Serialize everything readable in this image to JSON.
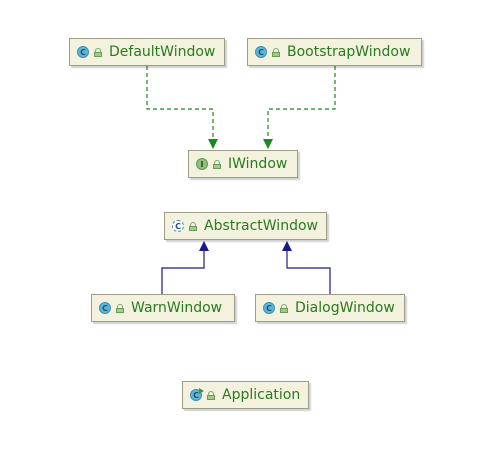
{
  "diagram": {
    "nodes": [
      {
        "id": "DefaultWindow",
        "label": "DefaultWindow",
        "icon": "class-icon",
        "kind": "class"
      },
      {
        "id": "BootstrapWindow",
        "label": "BootstrapWindow",
        "icon": "class-icon",
        "kind": "class"
      },
      {
        "id": "IWindow",
        "label": "IWindow",
        "icon": "interface-icon",
        "kind": "interface"
      },
      {
        "id": "AbstractWindow",
        "label": "AbstractWindow",
        "icon": "abstract-class-icon",
        "kind": "abstract"
      },
      {
        "id": "WarnWindow",
        "label": "WarnWindow",
        "icon": "class-icon",
        "kind": "class"
      },
      {
        "id": "DialogWindow",
        "label": "DialogWindow",
        "icon": "class-icon",
        "kind": "class"
      },
      {
        "id": "Application",
        "label": "Application",
        "icon": "runnable-class-icon",
        "kind": "runnable"
      }
    ],
    "edges": [
      {
        "from": "DefaultWindow",
        "to": "IWindow",
        "relation": "implements",
        "style": "dashed",
        "color": "#1a8a1a"
      },
      {
        "from": "BootstrapWindow",
        "to": "IWindow",
        "relation": "implements",
        "style": "dashed",
        "color": "#1a8a1a"
      },
      {
        "from": "WarnWindow",
        "to": "AbstractWindow",
        "relation": "extends",
        "style": "solid",
        "color": "#1a1a8a"
      },
      {
        "from": "DialogWindow",
        "to": "AbstractWindow",
        "relation": "extends",
        "style": "solid",
        "color": "#1a1a8a"
      }
    ],
    "icon_glyphs": {
      "class": "C",
      "interface": "I",
      "abstract": "C",
      "runnable": "C"
    },
    "colors": {
      "node_fill": "#f2f2df",
      "node_border": "#9e9e88",
      "label_text": "#2a7a1f",
      "implements_edge": "#1a8a1a",
      "extends_edge": "#1a1a8a"
    }
  }
}
